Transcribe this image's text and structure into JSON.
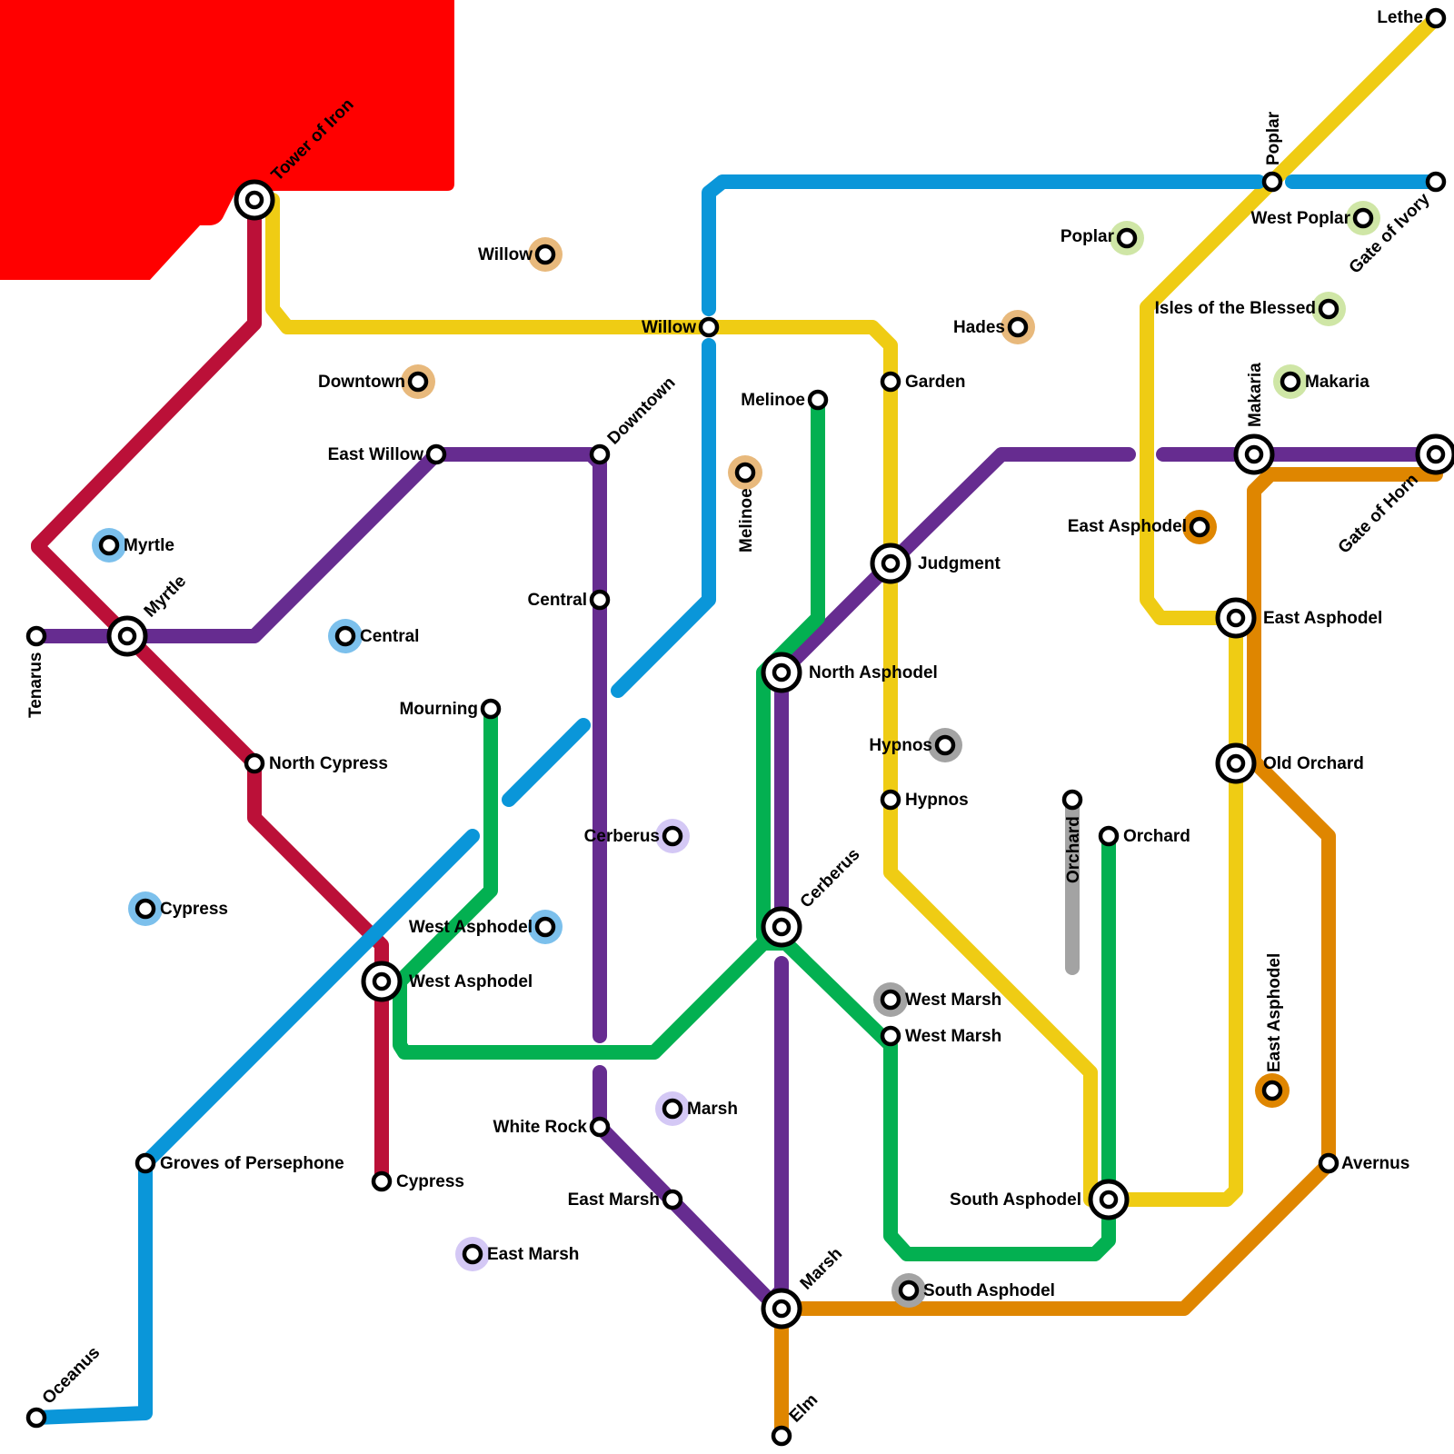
{
  "colors": {
    "red": "#bb1038",
    "yellow": "#efcc14",
    "purple": "#662c90",
    "blue": "#0a96d9",
    "green": "#03b051",
    "orange": "#df8600",
    "gray": "#a3a3a3",
    "corner_block": "#ff0000",
    "ring_blue": "#7cc0ec",
    "ring_tan": "#e8b97c",
    "ring_lavender": "#d4c8f5",
    "ring_lightgreen": "#cfe6a6",
    "ring_gray": "#a3a3a3",
    "ring_orange": "#df8600"
  },
  "stations": {
    "lethe": "Lethe",
    "poplar_top": "Poplar",
    "gate_of_ivory": "Gate of Ivory",
    "poplar_ring": "Poplar",
    "west_poplar": "West Poplar",
    "isles_of_the_blessed": "Isles of the Blessed",
    "makaria_top": "Makaria",
    "makaria_ring": "Makaria",
    "gate_of_horn": "Gate of Horn",
    "east_asphodel_ring": "East Asphodel",
    "east_asphodel": "East Asphodel",
    "old_orchard": "Old Orchard",
    "east_asphodel_low": "East Asphodel",
    "avernus": "Avernus",
    "orchard_gray": "Orchard",
    "orchard": "Orchard",
    "south_asphodel": "South Asphodel",
    "south_asphodel_ring": "South Asphodel",
    "hades": "Hades",
    "garden": "Garden",
    "judgment": "Judgment",
    "hypnos_ring": "Hypnos",
    "hypnos": "Hypnos",
    "west_marsh_ring": "West Marsh",
    "west_marsh": "West Marsh",
    "melinoe": "Melinoe",
    "melinoe_ring": "Melinoe",
    "north_asphodel": "North Asphodel",
    "cerberus_top": "Cerberus",
    "marsh_top": "Marsh",
    "elm": "Elm",
    "willow": "Willow",
    "willow_ring": "Willow",
    "downtown_ring": "Downtown",
    "downtown": "Downtown",
    "east_willow": "East Willow",
    "central": "Central",
    "central_ring": "Central",
    "cerberus_ring": "Cerberus",
    "mourning": "Mourning",
    "west_asphodel_ring": "West Asphodel",
    "west_asphodel": "West Asphodel",
    "marsh_ring": "Marsh",
    "white_rock": "White Rock",
    "east_marsh": "East Marsh",
    "east_marsh_ring": "East Marsh",
    "tower_of_iron": "Tower of Iron",
    "myrtle_ring": "Myrtle",
    "myrtle": "Myrtle",
    "tenarus": "Tenarus",
    "north_cypress": "North Cypress",
    "cypress_ring": "Cypress",
    "groves_of_persephone": "Groves of Persephone",
    "cypress": "Cypress",
    "oceanus": "Oceanus"
  }
}
